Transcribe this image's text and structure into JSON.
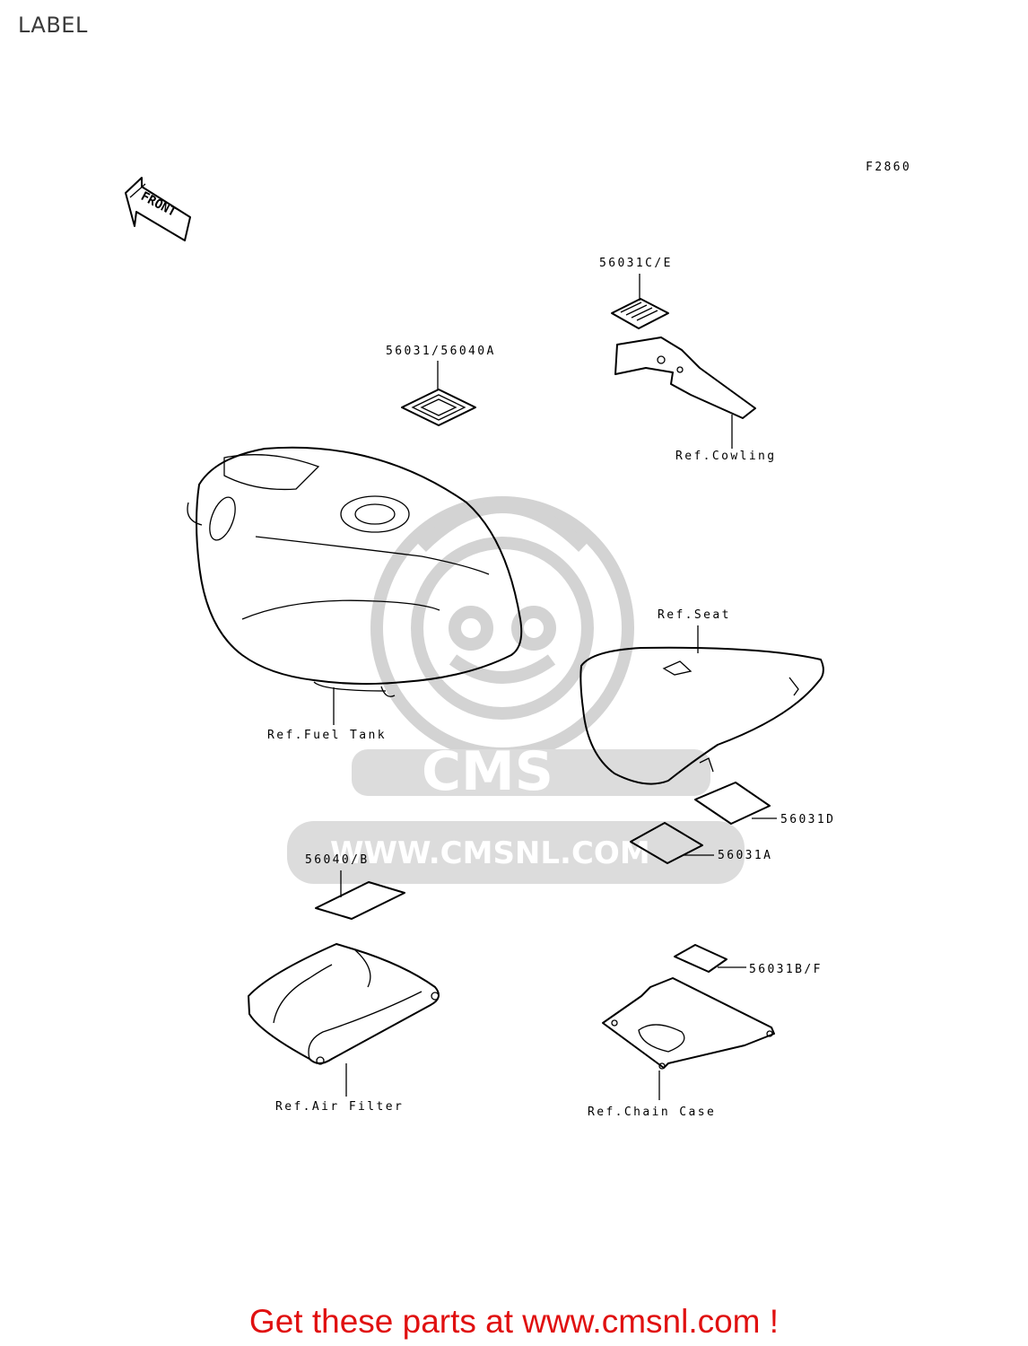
{
  "page": {
    "title": "LABEL",
    "figure_code": "F2860",
    "footer_text": "Get these parts at www.cmsnl.com !"
  },
  "diagram": {
    "front_arrow": "FRONT",
    "watermark": {
      "brand": "CMS",
      "url": "WWW.CMSNL.COM"
    },
    "part_labels": {
      "p56031ce": "56031C/E",
      "p56031_56040a": "56031/56040A",
      "ref_cowling": "Ref.Cowling",
      "ref_seat": "Ref.Seat",
      "ref_fuel_tank": "Ref.Fuel Tank",
      "p56031d": "56031D",
      "p56031a": "56031A",
      "p56040b": "56040/B",
      "p56031bf": "56031B/F",
      "ref_air_filter": "Ref.Air Filter",
      "ref_chain_case": "Ref.Chain Case"
    }
  },
  "colors": {
    "footer": "#e01010",
    "watermark": "#d3d3d3",
    "lines": "#000000"
  }
}
